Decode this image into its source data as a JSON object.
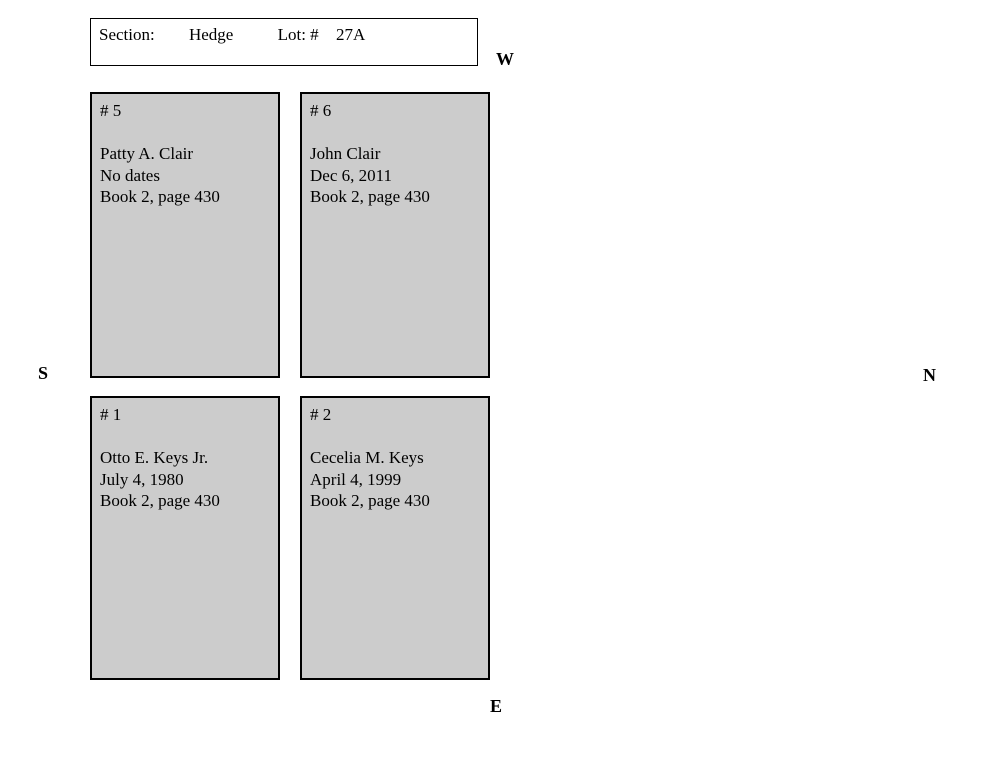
{
  "header": {
    "section_label": "Section:",
    "section_value": "Hedge",
    "lot_label": "Lot: #",
    "lot_value": "27A"
  },
  "compass": {
    "west": "W",
    "south": "S",
    "north": "N",
    "east": "E"
  },
  "plots": [
    {
      "number": "# 5",
      "name": "Patty A. Clair",
      "date": "No dates",
      "book": "Book 2, page 430"
    },
    {
      "number": "# 6",
      "name": "John Clair",
      "date": "Dec 6, 2011",
      "book": "Book 2, page 430"
    },
    {
      "number": "# 1",
      "name": "Otto E. Keys Jr.",
      "date": "July 4, 1980",
      "book": "Book 2, page 430"
    },
    {
      "number": "# 2",
      "name": "Cecelia M. Keys",
      "date": "April 4, 1999",
      "book": "Book 2, page 430"
    }
  ],
  "colors": {
    "plot_fill": "#cccccc",
    "border": "#000000",
    "background": "#ffffff"
  }
}
